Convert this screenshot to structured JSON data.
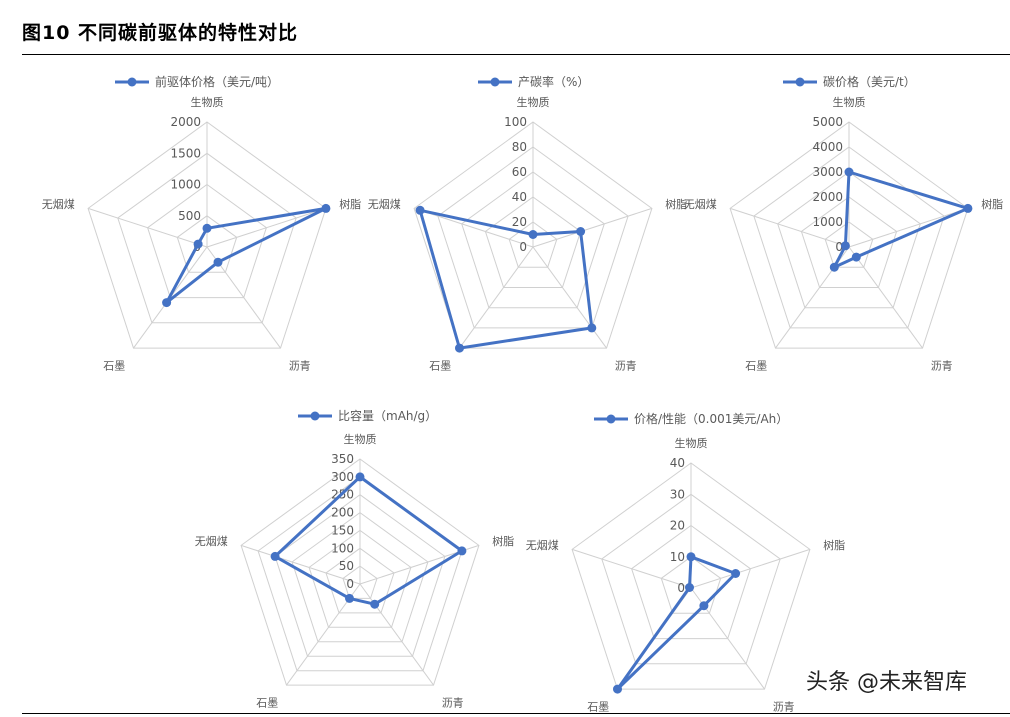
{
  "figure": {
    "title": "图10 不同碳前驱体的特性对比",
    "watermark": "头条 @未来智库"
  },
  "colors": {
    "series": "#4472c4",
    "grid": "#d0d0d0",
    "text": "#595959"
  },
  "chart_data": [
    {
      "type": "radar",
      "legend": "前驱体价格（美元/吨）",
      "axes": [
        "生物质",
        "树脂",
        "沥青",
        "石墨",
        "无烟煤"
      ],
      "ticks": [
        0,
        500,
        1000,
        1500,
        2000
      ],
      "range": [
        0,
        2000
      ],
      "values": [
        300,
        2000,
        300,
        1100,
        150
      ]
    },
    {
      "type": "radar",
      "legend": "产碳率（%）",
      "axes": [
        "生物质",
        "树脂",
        "沥青",
        "石墨",
        "无烟煤"
      ],
      "ticks": [
        0,
        20,
        40,
        60,
        80,
        100
      ],
      "range": [
        0,
        100
      ],
      "values": [
        10,
        40,
        80,
        100,
        95
      ]
    },
    {
      "type": "radar",
      "legend": "碳价格（美元/t）",
      "axes": [
        "生物质",
        "树脂",
        "沥青",
        "石墨",
        "无烟煤"
      ],
      "ticks": [
        0,
        1000,
        2000,
        3000,
        4000,
        5000
      ],
      "range": [
        0,
        5000
      ],
      "values": [
        3000,
        5000,
        500,
        1000,
        150
      ]
    },
    {
      "type": "radar",
      "legend": "比容量（mAh/g）",
      "axes": [
        "生物质",
        "树脂",
        "沥青",
        "石墨",
        "无烟煤"
      ],
      "ticks": [
        0,
        50,
        100,
        150,
        200,
        250,
        300,
        350
      ],
      "range": [
        0,
        350
      ],
      "values": [
        300,
        300,
        70,
        50,
        250
      ]
    },
    {
      "type": "radar",
      "legend": "价格/性能（0.001美元/Ah）",
      "axes": [
        "生物质",
        "树脂",
        "沥青",
        "石墨",
        "无烟煤"
      ],
      "ticks": [
        0,
        10,
        20,
        30,
        40
      ],
      "range": [
        0,
        40
      ],
      "values": [
        10,
        15,
        7,
        40,
        0.5
      ]
    }
  ]
}
